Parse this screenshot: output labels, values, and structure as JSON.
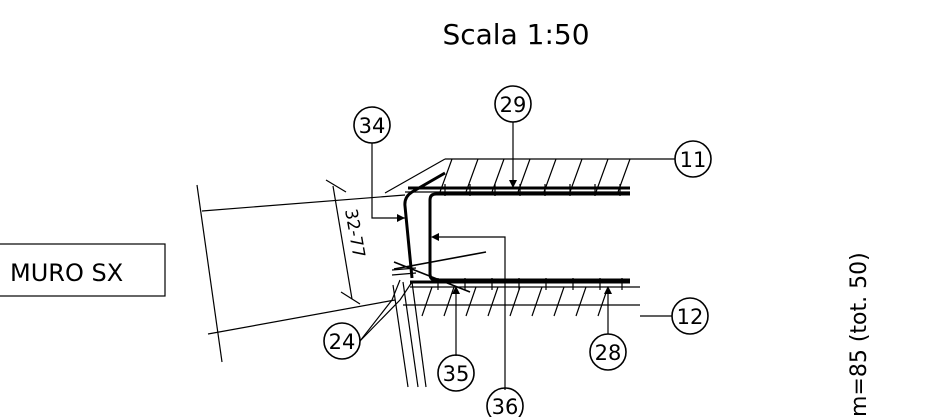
{
  "title": "Scala 1:50",
  "wall_label": "MURO SX",
  "dimension_label": "32-77",
  "side_note": "m=85  (tot. 50)",
  "markers": [
    "34",
    "29",
    "11",
    "12",
    "28",
    "24",
    "35",
    "36"
  ],
  "colors": {
    "ink": "#000000",
    "paper": "#ffffff"
  }
}
